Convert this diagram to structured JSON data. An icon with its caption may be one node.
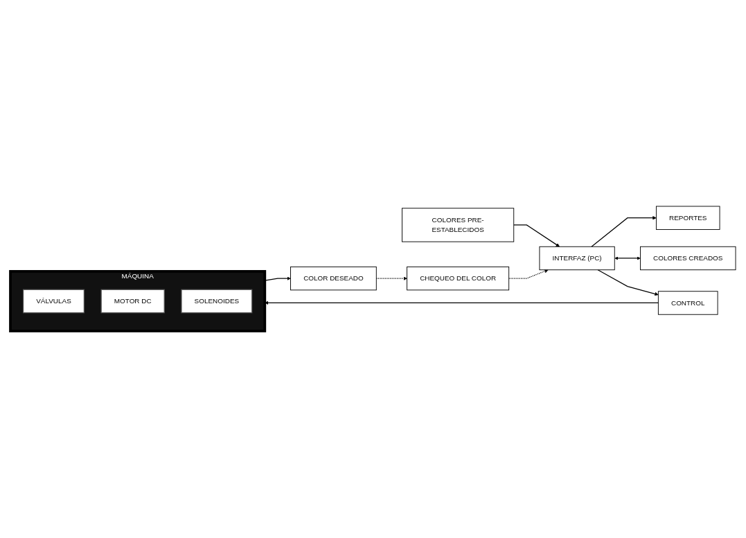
{
  "diagram": {
    "nodes": [
      {
        "text": [
          "REPORTES"
        ]
      },
      {
        "text": [
          "COLORES CREADOS"
        ]
      },
      {
        "text": [
          "INTERFAZ (PC)"
        ]
      },
      {
        "text": [
          "COLORES PRE-ESTABLECIDOS"
        ]
      },
      {
        "text": [
          "CONTROL"
        ]
      },
      {
        "text": [
          "MÁQUINA"
        ]
      },
      {
        "text": [
          "VÁLVULAS"
        ],
        "in": 5
      },
      {
        "text": [
          "MOTOR DC"
        ],
        "in": 5
      },
      {
        "text": [
          "SOLENOIDES"
        ],
        "in": 5
      },
      {
        "text": [
          "COLOR DESEADO"
        ]
      },
      {
        "text": [
          "CHEQUEO DEL COLOR"
        ]
      }
    ],
    "edges": [
      {
        "from": 2,
        "to": 0,
        "arrow": "to"
      },
      {
        "from": 2,
        "to": 1,
        "arrow": "both"
      },
      {
        "from": 3,
        "to": 2,
        "arrow": "to"
      },
      {
        "from": 2,
        "to": 4,
        "arrow": "to"
      },
      {
        "from": 4,
        "to": 5,
        "arrow": "to"
      },
      {
        "from": 5,
        "to": 9,
        "arrow": "to"
      },
      {
        "from": 9,
        "to": 10,
        "arrow": "to",
        "style": "dashed"
      },
      {
        "from": 10,
        "to": 2,
        "arrow": "to",
        "style": "dashed"
      }
    ]
  }
}
